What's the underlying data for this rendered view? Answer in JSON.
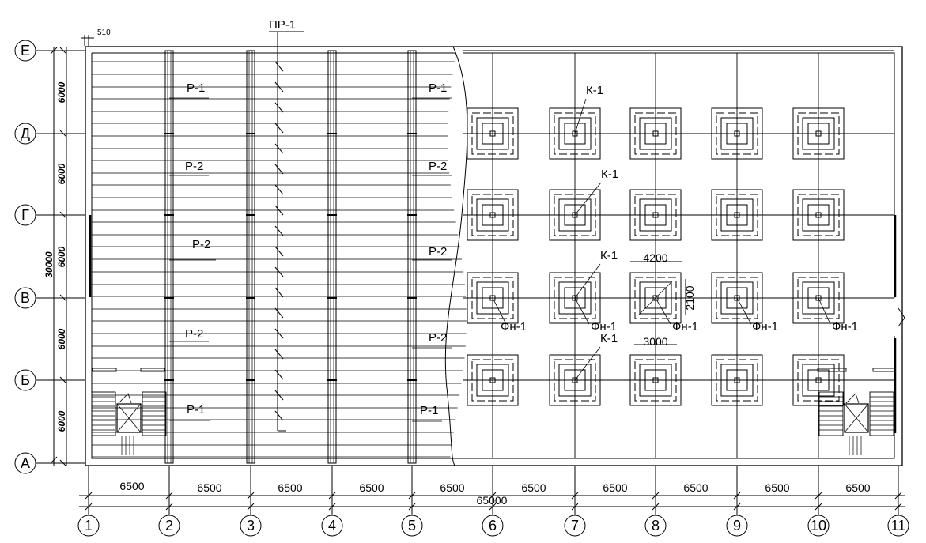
{
  "drawing": {
    "axes_letters": [
      "Е",
      "Д",
      "Г",
      "В",
      "Б",
      "А"
    ],
    "axes_numbers": [
      "1",
      "2",
      "3",
      "4",
      "5",
      "6",
      "7",
      "8",
      "9",
      "10",
      "11"
    ],
    "bay_dims": [
      "6500",
      "6500",
      "6500",
      "6500",
      "6500",
      "6500",
      "6500",
      "6500",
      "6500",
      "6500"
    ],
    "overall_length": "65000",
    "row_dims": [
      "6000",
      "6000",
      "6000",
      "6000",
      "6000"
    ],
    "overall_width": "30000",
    "offset_dim": "510",
    "purlin_label": "ПР-1",
    "frame_labels": [
      {
        "text": "Р-1"
      },
      {
        "text": "Р-2"
      },
      {
        "text": "Р-2"
      },
      {
        "text": "Р-2"
      },
      {
        "text": "Р-1"
      },
      {
        "text": "Р-1"
      },
      {
        "text": "Р-2"
      },
      {
        "text": "Р-2"
      },
      {
        "text": "Р-2"
      },
      {
        "text": "Р-1"
      }
    ],
    "column_labels": [
      "К-1",
      "К-1",
      "К-1",
      "К-1"
    ],
    "foundation_labels": [
      "Фн-1",
      "Фн-1",
      "Фн-1",
      "Фн-1",
      "Фн-1"
    ],
    "foundation_dims": [
      "4200",
      "2100",
      "3000"
    ]
  }
}
